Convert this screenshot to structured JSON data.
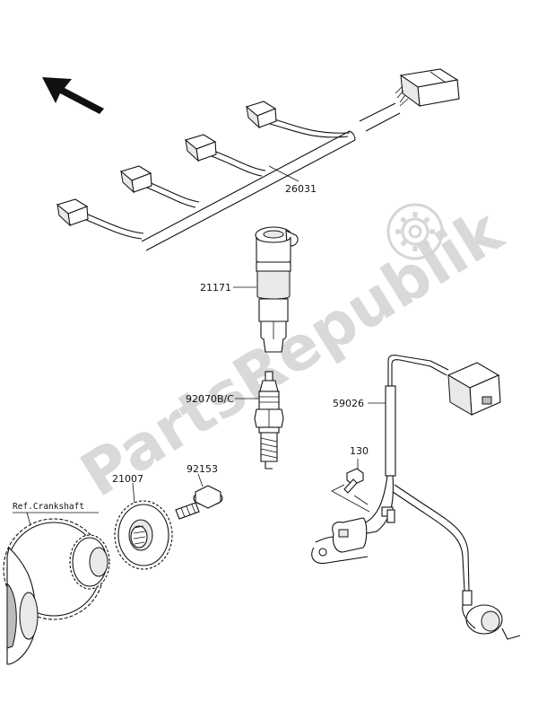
{
  "watermark": {
    "text": "PartsRepublik",
    "icon": "gear-icon"
  },
  "direction_arrow": {
    "icon": "arrow-up-left-icon"
  },
  "reference": {
    "label": "Ref.Crankshaft"
  },
  "parts": [
    {
      "number": "26031"
    },
    {
      "number": "21171"
    },
    {
      "number": "92070B/C"
    },
    {
      "number": "59026"
    },
    {
      "number": "130"
    },
    {
      "number": "21007"
    },
    {
      "number": "92153"
    }
  ]
}
